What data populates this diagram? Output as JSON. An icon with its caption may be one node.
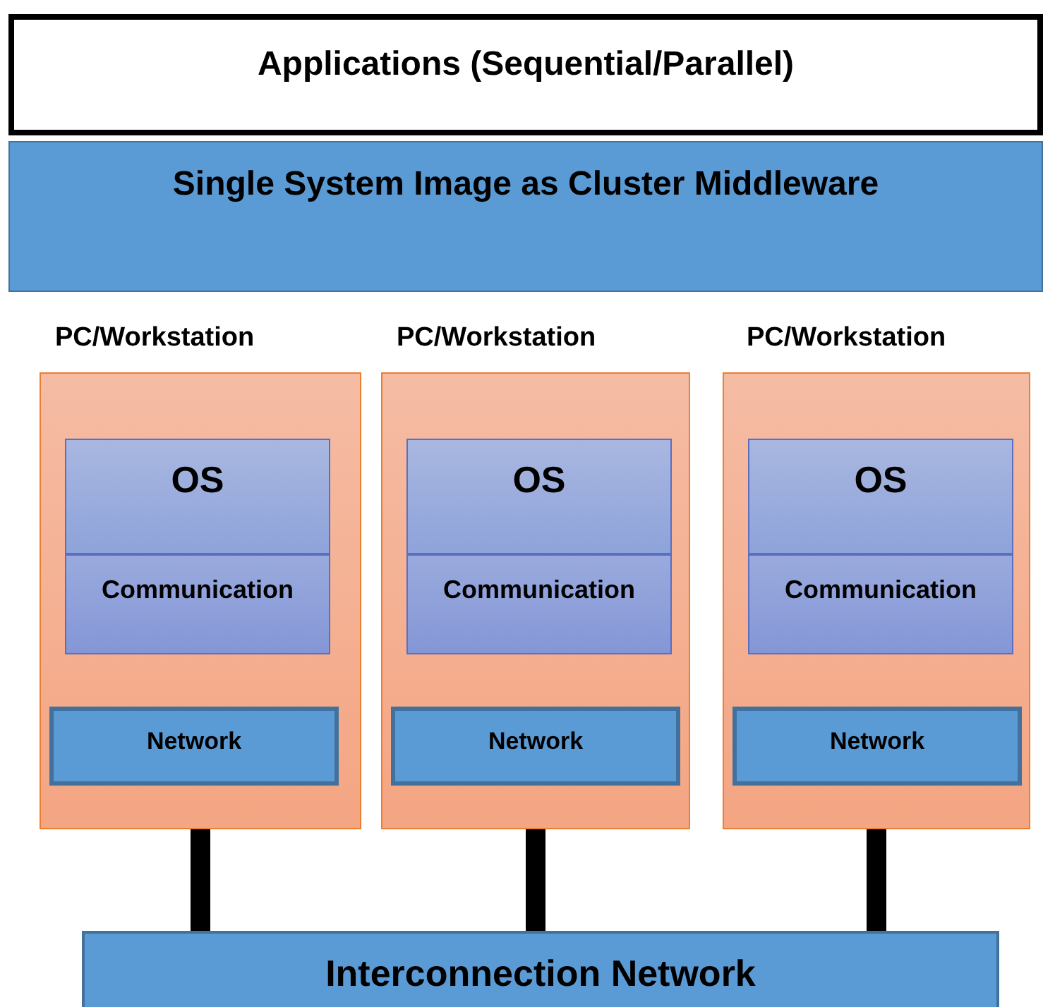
{
  "diagram": {
    "nodes": [
      {
        "text": [
          "Applications (Sequential/Parallel)"
        ]
      },
      {
        "text": [
          "Single System Image as Cluster Middleware"
        ]
      },
      {
        "text": [
          "PC/Workstation"
        ]
      },
      {
        "text": [
          "OS"
        ],
        "in": 2
      },
      {
        "text": [
          "Communication"
        ],
        "in": 2
      },
      {
        "text": [
          "Network"
        ],
        "in": 2
      },
      {
        "text": [
          "PC/Workstation"
        ]
      },
      {
        "text": [
          "OS"
        ],
        "in": 6
      },
      {
        "text": [
          "Communication"
        ],
        "in": 6
      },
      {
        "text": [
          "Network"
        ],
        "in": 6
      },
      {
        "text": [
          "PC/Workstation"
        ]
      },
      {
        "text": [
          "OS"
        ],
        "in": 10
      },
      {
        "text": [
          "Communication"
        ],
        "in": 10
      },
      {
        "text": [
          "Network"
        ],
        "in": 10
      },
      {
        "text": [
          "Interconnection Network"
        ]
      }
    ],
    "edges": [
      {
        "from": 2,
        "to": 14,
        "arrow": "none"
      },
      {
        "from": 6,
        "to": 14,
        "arrow": "none"
      },
      {
        "from": 10,
        "to": 14,
        "arrow": "none"
      }
    ]
  }
}
